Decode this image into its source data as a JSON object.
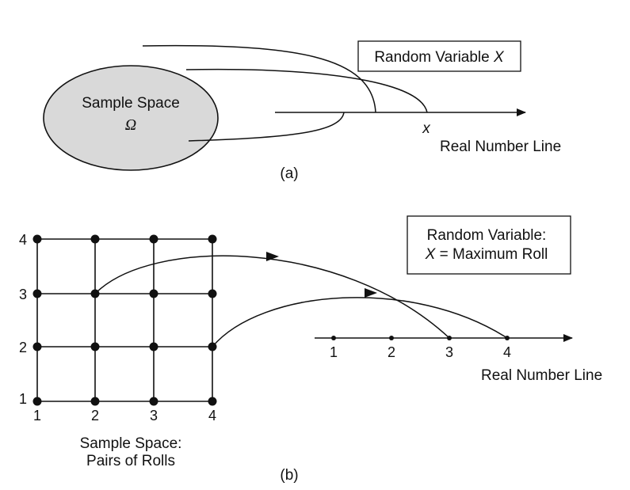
{
  "part_a": {
    "sample_space_label": "Sample Space",
    "omega_symbol": "Ω",
    "random_variable_box": {
      "prefix": "Random Variable ",
      "symbol": "X"
    },
    "x_point_label": "x",
    "number_line_label": "Real Number Line",
    "caption": "(a)",
    "sample_space_fill": "#d9d9d9"
  },
  "part_b": {
    "grid_y_labels": [
      "4",
      "3",
      "2",
      "1"
    ],
    "grid_x_labels": [
      "1",
      "2",
      "3",
      "4"
    ],
    "sample_space_line1": "Sample Space:",
    "sample_space_line2": "Pairs of Rolls",
    "random_variable_box": {
      "line1": "Random Variable:",
      "line2_symbol": "X",
      "line2_rest": " = Maximum Roll"
    },
    "number_line_ticks": [
      "1",
      "2",
      "3",
      "4"
    ],
    "number_line_label": "Real Number Line",
    "caption": "(b)"
  }
}
